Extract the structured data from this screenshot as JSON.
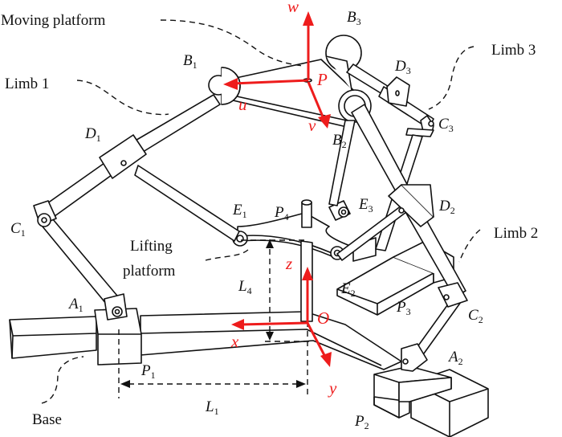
{
  "figure": {
    "callouts": {
      "moving_platform": "Moving platform",
      "limb1": "Limb 1",
      "limb2": "Limb 2",
      "limb3": "Limb 3",
      "lifting_platform_line1": "Lifting",
      "lifting_platform_line2": "platform",
      "base": "Base"
    },
    "points": {
      "B1": {
        "main": "B",
        "sub": "1"
      },
      "B2": {
        "main": "B",
        "sub": "2"
      },
      "B3": {
        "main": "B",
        "sub": "3"
      },
      "D1": {
        "main": "D",
        "sub": "1"
      },
      "D2": {
        "main": "D",
        "sub": "2"
      },
      "D3": {
        "main": "D",
        "sub": "3"
      },
      "C1": {
        "main": "C",
        "sub": "1"
      },
      "C2": {
        "main": "C",
        "sub": "2"
      },
      "C3": {
        "main": "C",
        "sub": "3"
      },
      "A1": {
        "main": "A",
        "sub": "1"
      },
      "A2": {
        "main": "A",
        "sub": "2"
      },
      "E1": {
        "main": "E",
        "sub": "1"
      },
      "E2": {
        "main": "E",
        "sub": "2"
      },
      "E3": {
        "main": "E",
        "sub": "3"
      },
      "P1": {
        "main": "P",
        "sub": "1"
      },
      "P2": {
        "main": "P",
        "sub": "2"
      },
      "P3": {
        "main": "P",
        "sub": "3"
      },
      "P4": {
        "main": "P",
        "sub": "4"
      },
      "P": {
        "main": "P"
      },
      "O": {
        "main": "O"
      }
    },
    "dimensions": {
      "L1": {
        "main": "L",
        "sub": "1"
      },
      "L4": {
        "main": "L",
        "sub": "4"
      }
    },
    "moving_frame_axes": {
      "u": "u",
      "v": "v",
      "w": "w"
    },
    "base_frame_axes": {
      "x": "x",
      "y": "y",
      "z": "z"
    },
    "colors": {
      "axes": "#ee1c1c",
      "lines": "#111111",
      "background": "#ffffff"
    }
  }
}
